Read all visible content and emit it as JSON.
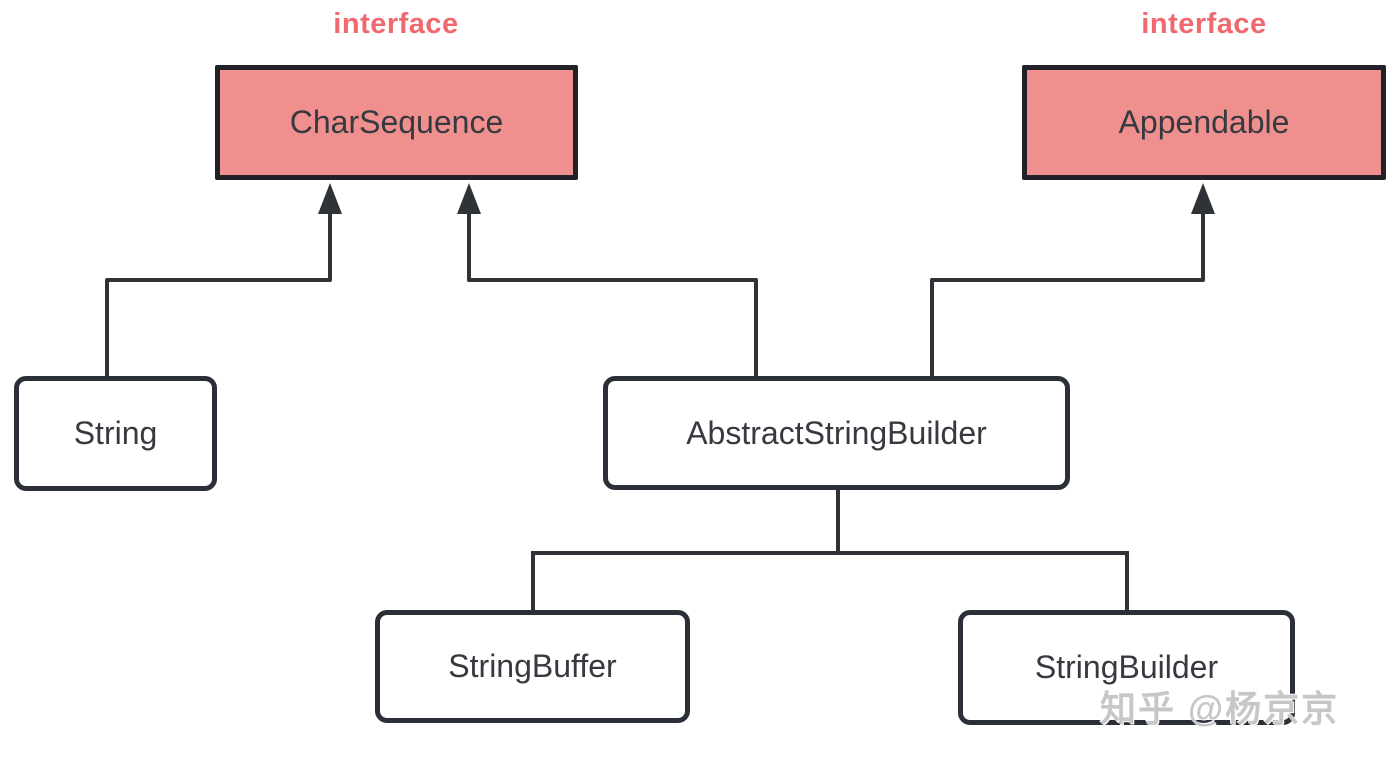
{
  "diagram": {
    "interface_badge": "interface",
    "nodes": {
      "charsequence": {
        "label": "CharSequence",
        "kind": "interface"
      },
      "appendable": {
        "label": "Appendable",
        "kind": "interface"
      },
      "string": {
        "label": "String",
        "kind": "class"
      },
      "abstract_string_builder": {
        "label": "AbstractStringBuilder",
        "kind": "class"
      },
      "string_buffer": {
        "label": "StringBuffer",
        "kind": "class"
      },
      "string_builder": {
        "label": "StringBuilder",
        "kind": "class"
      }
    },
    "edges": [
      {
        "from": "String",
        "to": "CharSequence",
        "type": "implements-arrow"
      },
      {
        "from": "AbstractStringBuilder",
        "to": "CharSequence",
        "type": "implements-arrow"
      },
      {
        "from": "AbstractStringBuilder",
        "to": "Appendable",
        "type": "implements-arrow"
      },
      {
        "from": "StringBuffer",
        "to": "AbstractStringBuilder",
        "type": "child-line"
      },
      {
        "from": "StringBuilder",
        "to": "AbstractStringBuilder",
        "type": "child-line"
      }
    ],
    "colors": {
      "interface_fill": "#F0908E",
      "interface_border": "#202127",
      "interface_label_text": "#EF696E",
      "class_border": "#2B3038",
      "node_text": "#363A40",
      "connector": "#2F3237",
      "watermark_text": "#C7C7C7"
    },
    "watermark": "知乎 @杨京京"
  }
}
